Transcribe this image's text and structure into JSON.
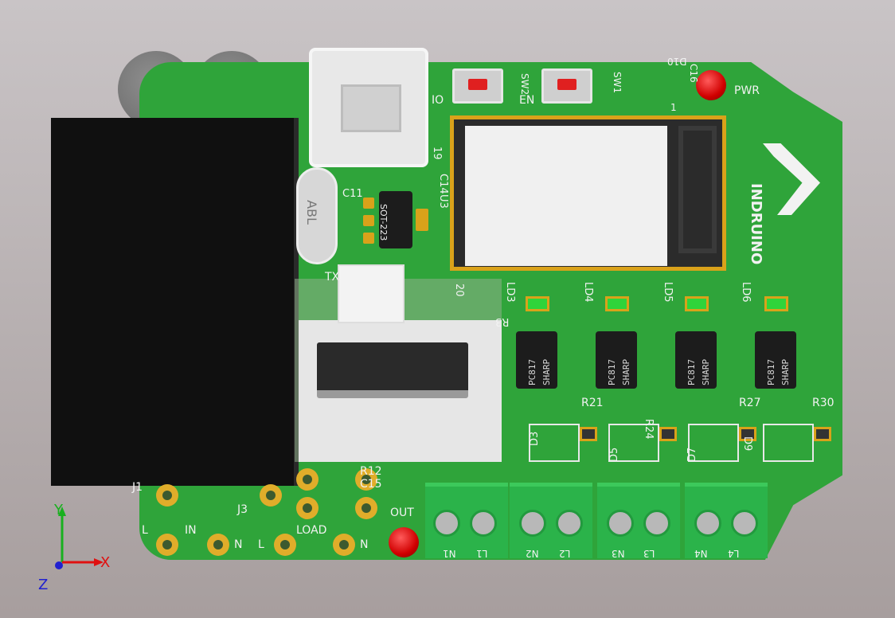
{
  "board": {
    "brand": "INDRUINO",
    "labels": {
      "io": "IO",
      "en": "EN",
      "sw2": "SW2",
      "sw1": "SW1",
      "c16": "C16",
      "d10": "D10",
      "pwr": "PWR",
      "pin1": "1",
      "pin19": "19",
      "pin20": "20",
      "c14": "C14",
      "u3": "U3",
      "c11": "C11",
      "sot": "SOT-223",
      "abl": "ABL",
      "tx": "TX",
      "ld3": "LD3",
      "ld4": "LD4",
      "ld5": "LD5",
      "ld6": "LD6",
      "r3": "R3",
      "r21": "R21",
      "r24": "R24",
      "r27": "R27",
      "r30": "R30",
      "d3": "D3",
      "d5": "D5",
      "d7": "D7",
      "d9": "D9",
      "r12": "R12",
      "c15": "C15",
      "load": "LOAD",
      "out": "OUT",
      "in": "IN",
      "j1": "J1",
      "j3": "J3",
      "l1": "L",
      "n1": "N",
      "l2": "L",
      "n2": "N",
      "t_n1": "N1",
      "t_l1": "L1",
      "t_n2": "N2",
      "t_l2": "L2",
      "t_n3": "N3",
      "t_l3": "L3",
      "t_n4": "N4",
      "t_l4": "L4"
    },
    "opto": {
      "part": "PC817",
      "maker": "SHARP"
    }
  },
  "axes": {
    "x": "X",
    "y": "Y",
    "z": "Z"
  },
  "colors": {
    "pcb": "#2fa43a",
    "pad": "#d9a21a",
    "terminal": "#2bb34a",
    "led_red": "#e02020",
    "led_green": "#2fd43a"
  }
}
